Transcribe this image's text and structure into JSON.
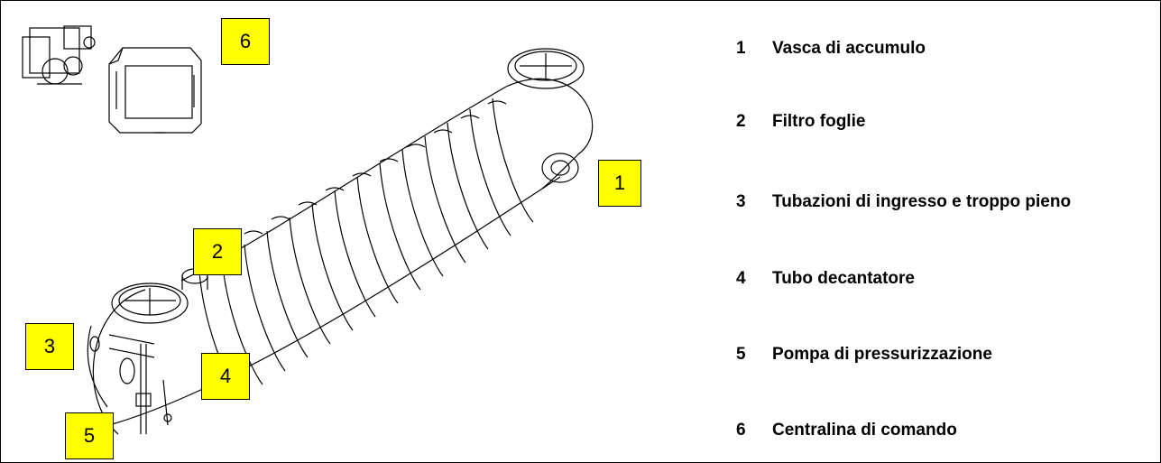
{
  "callouts": [
    "1",
    "2",
    "3",
    "4",
    "5",
    "6"
  ],
  "legend": [
    {
      "number": "1",
      "text": "Vasca di accumulo"
    },
    {
      "number": "2",
      "text": "Filtro foglie"
    },
    {
      "number": "3",
      "text": "Tubazioni di ingresso e troppo pieno"
    },
    {
      "number": "4",
      "text": "Tubo decantatore"
    },
    {
      "number": "5",
      "text": "Pompa di pressurizzazione"
    },
    {
      "number": "6",
      "text": "Centralina di comando"
    }
  ],
  "colors": {
    "callout_fill": "#ffff00",
    "line": "#000000"
  }
}
